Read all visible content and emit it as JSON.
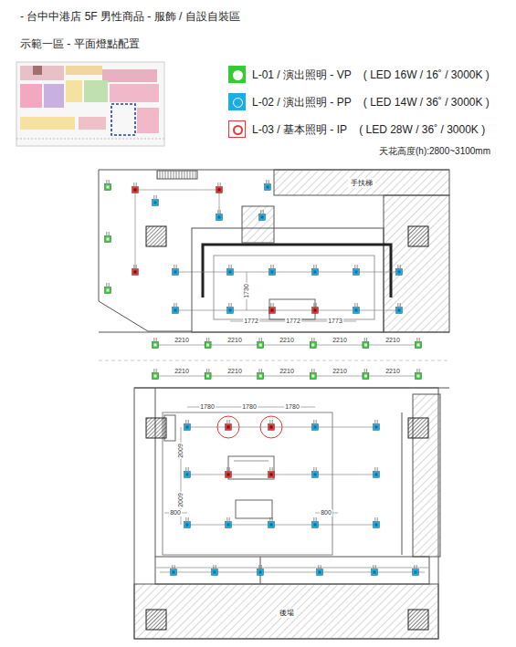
{
  "diagram": {
    "title": "- 台中中港店 5F 男性商品 - 服飾 / 自設自裝區",
    "nodes": [
      {
        "text": [
          "手扶梯"
        ]
      },
      {
        "text": [
          "後場"
        ]
      }
    ],
    "labels": [
      "示範一區 - 平面燈點配置",
      "天花高度(h):2800~3100mm",
      "1730",
      "1772",
      "1772",
      "1773",
      "2210",
      "2210",
      "2210",
      "2210",
      "2210",
      "2210",
      "2210",
      "2210",
      "2210",
      "2210",
      "1780",
      "1780",
      "1780",
      "2009",
      "2009",
      "800",
      "800"
    ],
    "legend": [
      {
        "text": "L-01 / 演出照明 - VP    ( LED 16W / 16˚ / 3000K )",
        "color": "#33cc33"
      },
      {
        "text": "L-02 / 演出照明 - PP    ( LED 14W / 36˚ / 3000K )",
        "color": "#1aaee5"
      },
      {
        "text": "L-03 / 基本照明 - IP    ( LED 28W / 36˚ / 3000K )",
        "color": "#e53935"
      }
    ]
  }
}
